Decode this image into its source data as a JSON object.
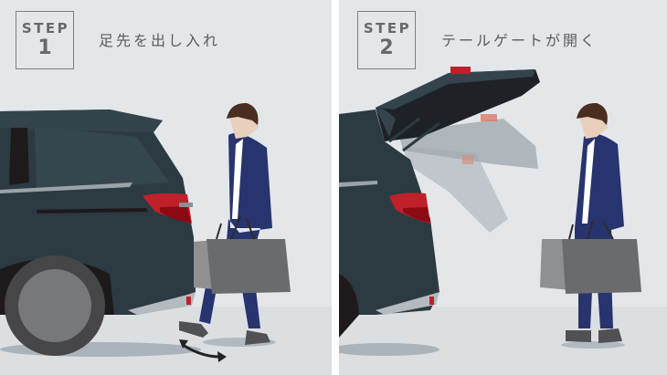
{
  "steps": [
    {
      "label": "STEP",
      "number": "1",
      "caption": "足先を出し入れ",
      "scene": "foot-kick-under-rear-bumper",
      "icons": [
        "car-rear-icon",
        "person-with-shopping-bags-icon",
        "double-arrow-icon"
      ]
    },
    {
      "label": "STEP",
      "number": "2",
      "caption": "テールゲートが開く",
      "scene": "power-tailgate-opening",
      "icons": [
        "car-rear-open-tailgate-icon",
        "person-with-shopping-bags-icon"
      ]
    }
  ],
  "colors": {
    "background": "#e4e7ea",
    "floor": "#dcdfe2",
    "divider": "#ffffff",
    "car_body": "#2c3a42",
    "tail_light": "#c0202a",
    "suit": "#27346e",
    "bag": "#6a6b6e",
    "text": "#5a5c5f"
  }
}
